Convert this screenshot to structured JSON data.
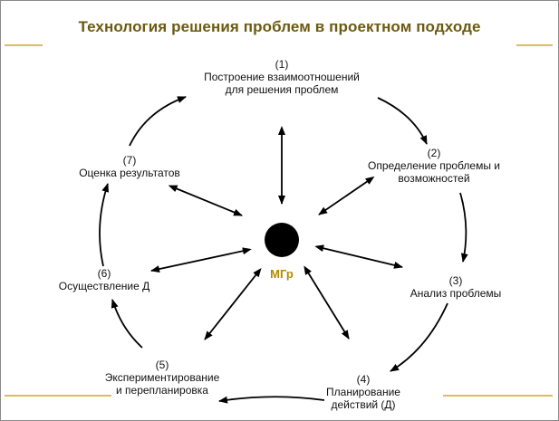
{
  "title": "Технология решения проблем в проектном подходе",
  "center_label": "МГр",
  "accent_color": "#6b5a12",
  "center_label_color": "#b38a00",
  "nodes": [
    {
      "num": "(1)",
      "lines": [
        "Построение взаимоотношений",
        "для решения проблем"
      ]
    },
    {
      "num": "(2)",
      "lines": [
        "Определение проблемы и",
        "возможностей"
      ]
    },
    {
      "num": "(3)",
      "lines": [
        "Анализ проблемы"
      ]
    },
    {
      "num": "(4)",
      "lines": [
        "Планирование",
        "действий (Д)"
      ]
    },
    {
      "num": "(5)",
      "lines": [
        "Экспериментирование",
        "и перепланировка"
      ]
    },
    {
      "num": "(6)",
      "lines": [
        "Осуществление Д"
      ]
    },
    {
      "num": "(7)",
      "lines": [
        "Оценка результатов"
      ]
    }
  ]
}
